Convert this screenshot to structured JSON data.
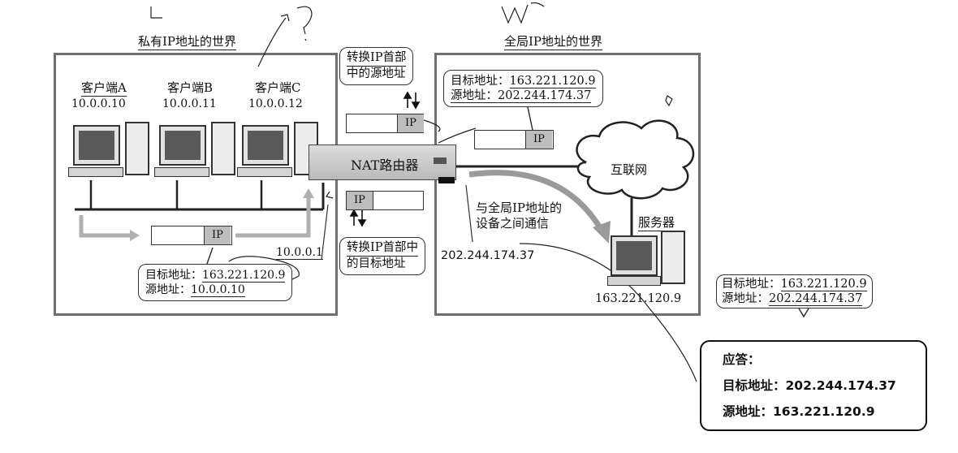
{
  "private_world": {
    "title": "私有IP地址的世界",
    "clients": [
      {
        "name": "客户端A",
        "ip": "10.0.0.10"
      },
      {
        "name": "客户端B",
        "ip": "10.0.0.11"
      },
      {
        "name": "客户端C",
        "ip": "10.0.0.12"
      }
    ],
    "gateway_ip": "10.0.0.1",
    "packet_label": "IP",
    "callout": {
      "dst_label": "目标地址：",
      "dst_value": "163.221.120.9",
      "src_label": "源地址：",
      "src_value": "10.0.0.10"
    }
  },
  "nat": {
    "router_label": "NAT路由器",
    "translate_src_line1": "转换IP首部",
    "translate_src_line2": "中的源地址",
    "translate_dst_line1": "转换IP首部中",
    "translate_dst_line2": "的目标地址",
    "packet_label": "IP"
  },
  "global_world": {
    "title": "全局IP地址的世界",
    "callout": {
      "dst_label": "目标地址：",
      "dst_value": "163.221.120.9",
      "src_label": "源地址：",
      "src_value": "202.244.174.37"
    },
    "packet_label": "IP",
    "internet_label": "互联网",
    "comm_line1": "与全局IP地址的",
    "comm_line2": "设备之间通信",
    "router_global_ip": "202.244.174.37",
    "server_label": "服务器",
    "server_ip": "163.221.120.9"
  },
  "server_callout": {
    "dst_label": "目标地址：",
    "dst_value": "163.221.120.9",
    "src_label": "源地址：",
    "src_value": "202.244.174.37"
  },
  "reply": {
    "title": "应答：",
    "dst_line": "目标地址：202.244.174.37",
    "src_line": "源地址：163.221.120.9"
  },
  "colors": {
    "box_border": "#6f6f6f",
    "arrow_gray": "#b0b0b0",
    "ip_fill": "#bdbdbd"
  }
}
